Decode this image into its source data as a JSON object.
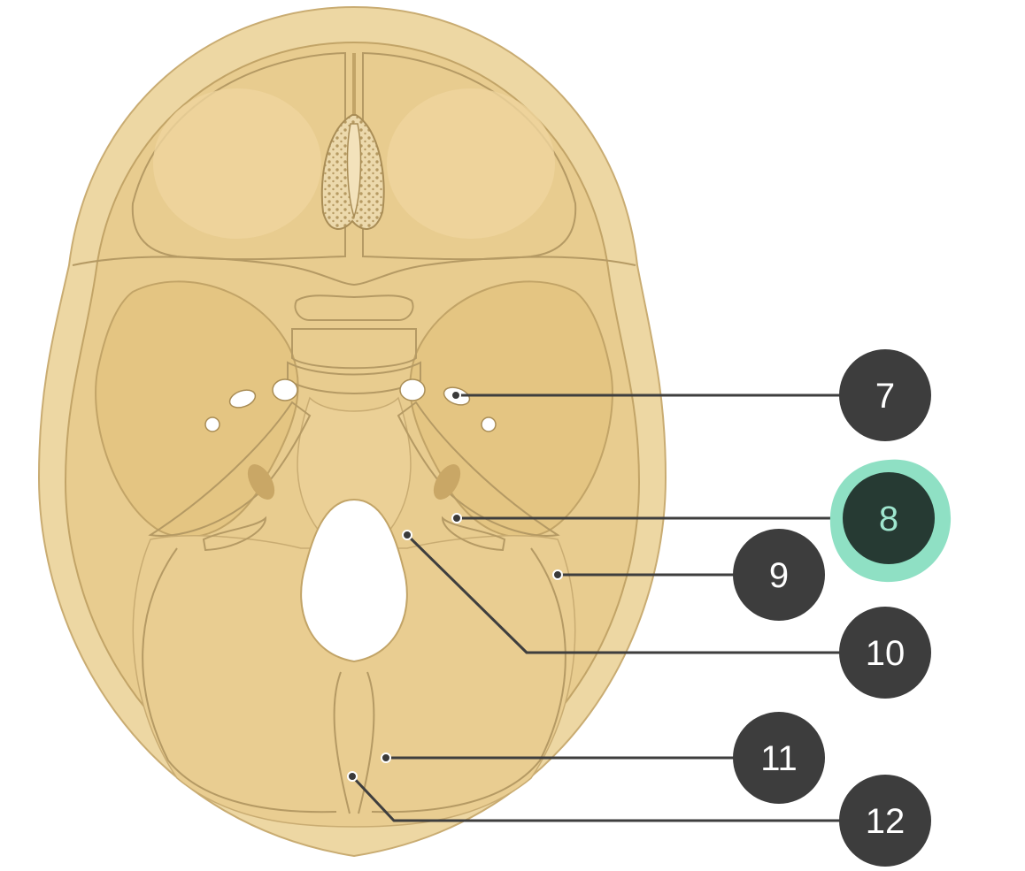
{
  "diagram": {
    "colors": {
      "bone_outer": "#edd7a3",
      "bone_inner": "#e8cc8f",
      "bone_shadow": "#d9b873",
      "outline": "#b59a64",
      "foramen": "#ffffff",
      "marker": "#3d3d3d",
      "marker_active": "#263a33",
      "marker_halo": "#8fe0c4",
      "marker_active_text": "#9fe6cf",
      "leader": "#3e3e3e"
    },
    "markers": [
      {
        "id": "7",
        "label": "7",
        "active": false
      },
      {
        "id": "8",
        "label": "8",
        "active": true
      },
      {
        "id": "9",
        "label": "9",
        "active": false
      },
      {
        "id": "10",
        "label": "10",
        "active": false
      },
      {
        "id": "11",
        "label": "11",
        "active": false
      },
      {
        "id": "12",
        "label": "12",
        "active": false
      }
    ]
  }
}
